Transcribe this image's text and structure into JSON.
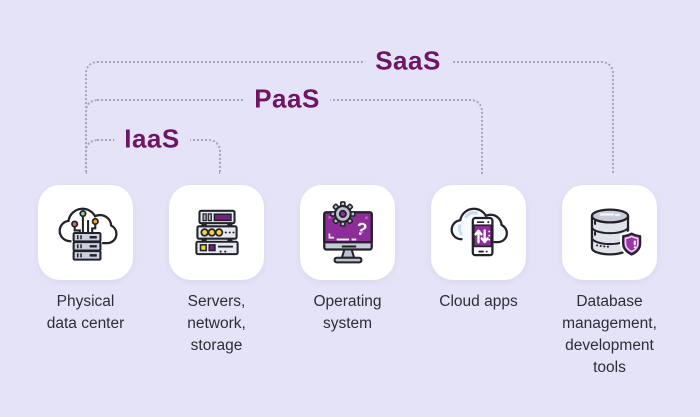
{
  "title": "Cloud service models diagram",
  "colors": {
    "background": "#e4e3f8",
    "accent_purple": "#6f1566",
    "dotted_line": "#a7a6b6",
    "card_background": "#ffffff",
    "label_text": "#2e2d35",
    "icon_purple": "#8d2d98",
    "icon_dark": "#23222b",
    "icon_yellow": "#f2d14b",
    "icon_gray_blue": "#c9d1dd"
  },
  "brackets": [
    {
      "id": "iaas",
      "label": "IaaS"
    },
    {
      "id": "paas",
      "label": "PaaS"
    },
    {
      "id": "saas",
      "label": "SaaS"
    }
  ],
  "cards": [
    {
      "icon": "cloud-data-center-icon",
      "label": "Physical\ndata center"
    },
    {
      "icon": "server-rack-icon",
      "label": "Servers,\nnetwork,\nstorage"
    },
    {
      "icon": "operating-system-icon",
      "label": "Operating\nsystem"
    },
    {
      "icon": "cloud-apps-icon",
      "label": "Cloud apps"
    },
    {
      "icon": "database-shield-icon",
      "label": "Database\nmanagement,\ndevelopment\ntools"
    }
  ]
}
